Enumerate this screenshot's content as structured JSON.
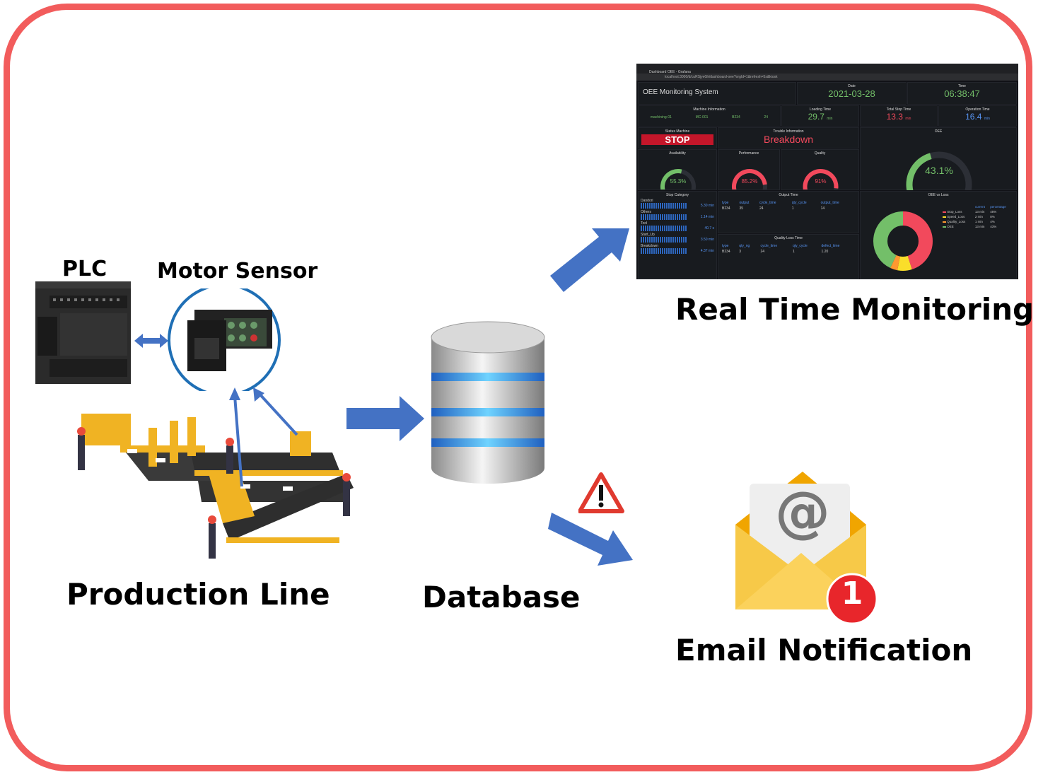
{
  "labels": {
    "plc": "PLC",
    "motor_sensor": "Motor Sensor",
    "production_line": "Production Line",
    "database": "Database",
    "real_time_monitoring": "Real Time Monitoring",
    "email_notification": "Email Notification"
  },
  "email_badge": "1",
  "email_symbol": "@",
  "dashboard": {
    "tab_title": "Dashboard OEE - Grafana",
    "url": "localhost:3000/d/cuRSjyeGk/dashboard-oee?orgId=1&refresh=5s&kiosk",
    "title": "OEE Monitoring System",
    "date_label": "Date",
    "date_value": "2021-03-28",
    "time_label": "Time",
    "time_value": "06:38:47",
    "machine_info_label": "Machine Information",
    "machine_info": [
      "machining-01",
      "MC-001",
      "B234",
      "24"
    ],
    "loading_time_label": "Loading Time",
    "loading_time": "29.7",
    "total_stop_label": "Total Stop Time",
    "total_stop": "13.3",
    "operation_time_label": "Operation Time",
    "operation_time": "16.4",
    "unit_min": "min",
    "status_label": "Status Machine",
    "status_value": "STOP",
    "trouble_label": "Trouble Information",
    "trouble_value": "Breakdown",
    "oee_label": "OEE",
    "oee_value": "43.1%",
    "availability_label": "Availability",
    "availability_value": "55.3%",
    "performance_label": "Performance",
    "performance_value": "85.2%",
    "quality_label": "Quality",
    "quality_value": "91%",
    "gauge_levels": {
      "oee": 0.431,
      "availability": 0.553,
      "performance": 0.852,
      "quality": 0.91
    },
    "stop_category_label": "Stop Category",
    "stop_categories": [
      {
        "name": "Dandori",
        "value": "5.30 min"
      },
      {
        "name": "Others",
        "value": "1.14 min"
      },
      {
        "name": "Tool",
        "value": "40.7 s"
      },
      {
        "name": "Start_Up",
        "value": "3.50 min"
      },
      {
        "name": "Breakdown",
        "value": "4.37 min"
      }
    ],
    "output_time_label": "Output Time",
    "output_headers": [
      "type",
      "output",
      "cycle_time",
      "qty_cycle",
      "output_time"
    ],
    "output_row": [
      "B234",
      "35",
      "24",
      "1",
      "14"
    ],
    "quality_loss_label": "Quality Loss Time",
    "quality_headers": [
      "type",
      "qty_ng",
      "cycle_time",
      "qty_cycle",
      "defect_time"
    ],
    "quality_row": [
      "B234",
      "3",
      "24",
      "1",
      "1.20"
    ],
    "oee_vs_loss_label": "OEE vs Loss",
    "legend_headers": [
      "current",
      "percentage"
    ],
    "legend": [
      {
        "name": "Stop_Loss",
        "current": "13 min",
        "pct": "45%",
        "color": "#f2495c"
      },
      {
        "name": "Speed_Loss",
        "current": "2 min",
        "pct": "8%",
        "color": "#fade2a"
      },
      {
        "name": "Quality_Loss",
        "current": "1 min",
        "pct": "4%",
        "color": "#ff9830"
      },
      {
        "name": "OEE",
        "current": "13 min",
        "pct": "43%",
        "color": "#73bf69"
      }
    ]
  },
  "colors": {
    "frame": "#f25c5c",
    "arrow": "#4472c4",
    "green": "#73bf69",
    "red": "#f2495c",
    "blue": "#5794f2"
  }
}
